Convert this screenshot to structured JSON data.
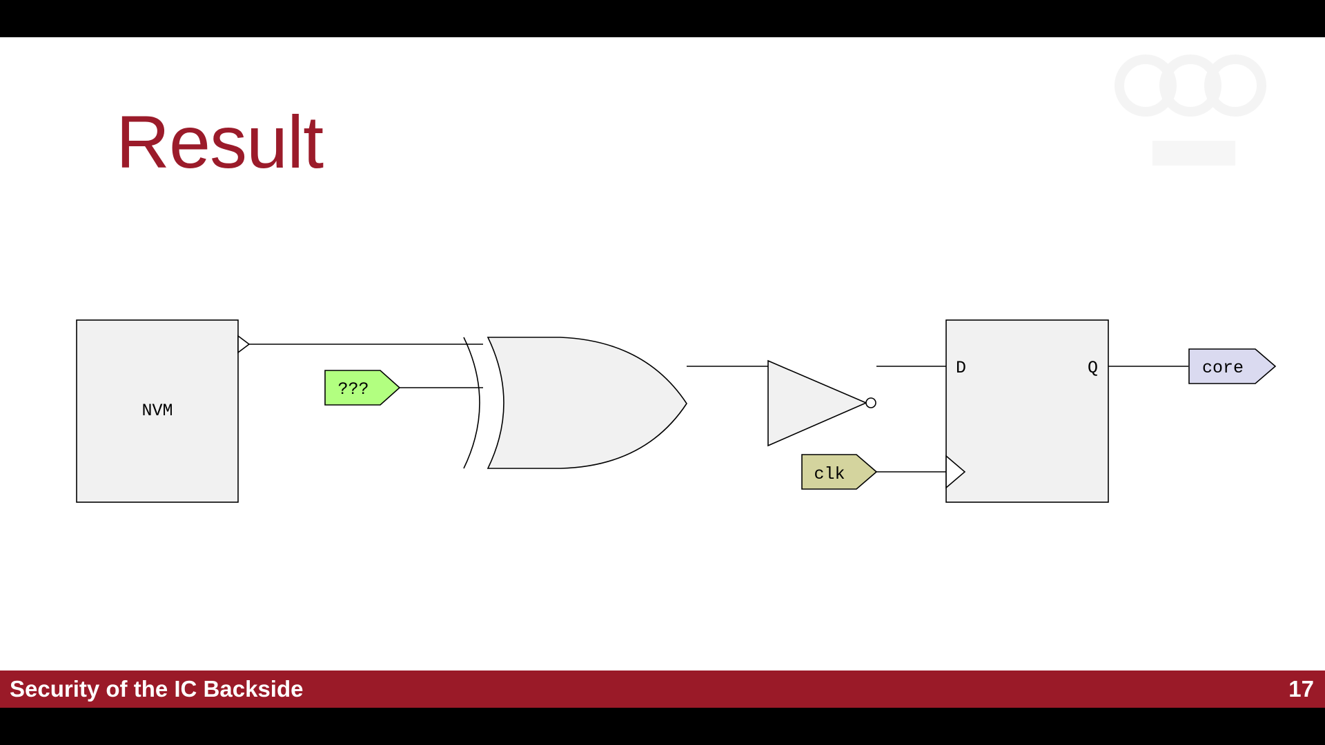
{
  "slide": {
    "title": "Result"
  },
  "footer": {
    "title": "Security of the IC Backside",
    "page_number": "17"
  },
  "diagram": {
    "nvm_label": "NVM",
    "unknown_input_label": "???",
    "clock_label": "clk",
    "flipflop_d_label": "D",
    "flipflop_q_label": "Q",
    "output_label": "core"
  },
  "colors": {
    "title": "#9b1b2a",
    "footer_bar": "#9a1a28",
    "unknown_tag": "#b2ff80",
    "clock_tag": "#d4d49e",
    "output_tag": "#dadaf0",
    "block_fill": "#f1f1f1"
  }
}
